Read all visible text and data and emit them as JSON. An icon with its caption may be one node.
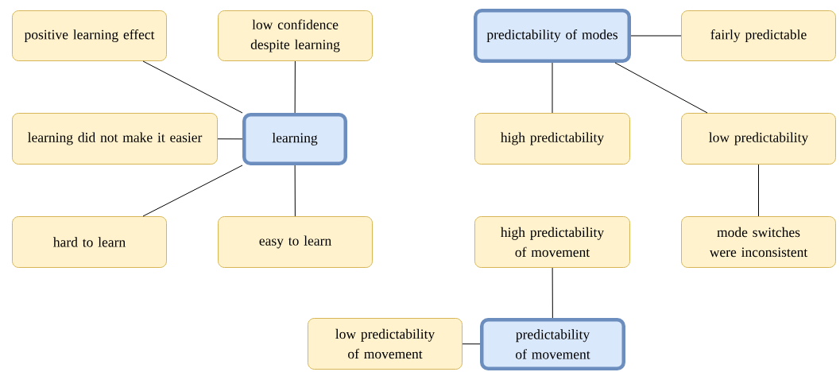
{
  "diagram": {
    "nodes": [
      {
        "text": [
          "learning"
        ]
      },
      {
        "text": [
          "positive learning effect"
        ]
      },
      {
        "text": [
          "low confidence despite learning"
        ]
      },
      {
        "text": [
          "learning did not make it easier"
        ]
      },
      {
        "text": [
          "hard to learn"
        ]
      },
      {
        "text": [
          "easy to learn"
        ]
      },
      {
        "text": [
          "predictability of modes"
        ]
      },
      {
        "text": [
          "fairly predictable"
        ]
      },
      {
        "text": [
          "high predictability"
        ]
      },
      {
        "text": [
          "low predictability"
        ]
      },
      {
        "text": [
          "mode switches were inconsistent"
        ]
      },
      {
        "text": [
          "high predictability of movement"
        ]
      },
      {
        "text": [
          "predictability of movement"
        ]
      },
      {
        "text": [
          "low predictability of movement"
        ]
      }
    ],
    "edges": [
      {
        "from": 0,
        "to": 1,
        "arrow": "none"
      },
      {
        "from": 0,
        "to": 2,
        "arrow": "none"
      },
      {
        "from": 0,
        "to": 3,
        "arrow": "none"
      },
      {
        "from": 0,
        "to": 4,
        "arrow": "none"
      },
      {
        "from": 0,
        "to": 5,
        "arrow": "none"
      },
      {
        "from": 6,
        "to": 7,
        "arrow": "none"
      },
      {
        "from": 6,
        "to": 8,
        "arrow": "none"
      },
      {
        "from": 6,
        "to": 9,
        "arrow": "none"
      },
      {
        "from": 9,
        "to": 10,
        "arrow": "none"
      },
      {
        "from": 11,
        "to": 12,
        "arrow": "none"
      },
      {
        "from": 12,
        "to": 13,
        "arrow": "none"
      }
    ]
  }
}
